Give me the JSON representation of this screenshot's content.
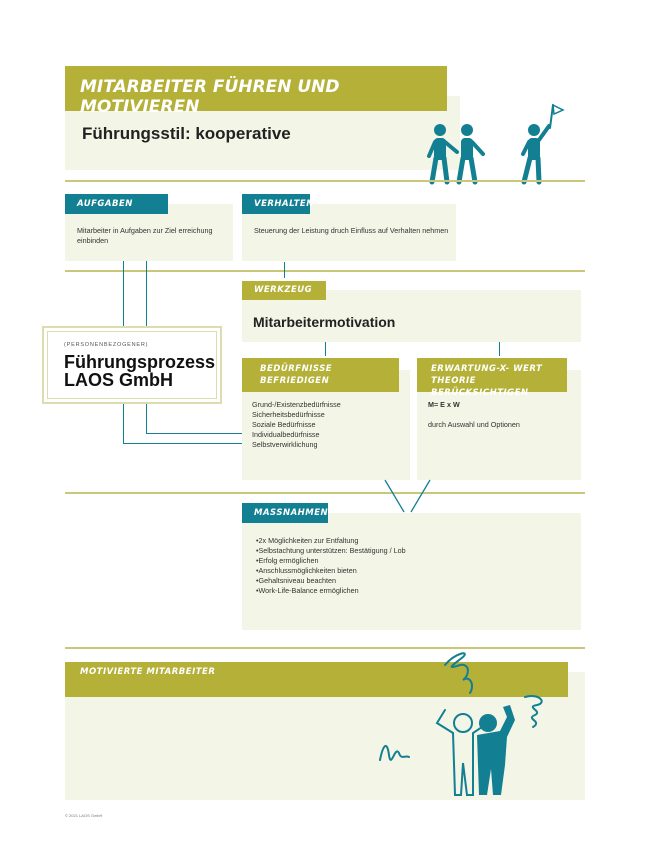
{
  "header": {
    "title": "Mitarbeiter führen und motivieren",
    "subtitle": "Führungsstil: kooperative"
  },
  "aufgaben": {
    "label": "Aufgaben",
    "text": "Mitarbeiter in Aufgaben zur Ziel erreichung einbinden"
  },
  "verhalten": {
    "label": "Verhalten",
    "text": "Steuerung der Leistung druch Einfluss auf Verhalten nehmen"
  },
  "werkzeug": {
    "label": "Werkzeug",
    "text": "Mitarbeitermotivation"
  },
  "prozess": {
    "small": "(personenbezogener)",
    "title_line1": "Führungsprozess",
    "title_line2": "LAOS GmbH"
  },
  "beduerfnisse": {
    "label_line1": "Bedürfnisse",
    "label_line2": "befriedigen",
    "items": [
      "Grund-/Existenzbedürfnisse",
      "Sicherheitsbedürfnisse",
      "Soziale Bedürfnisse",
      "Individualbedürfnisse",
      "Selbstverwirklichung"
    ]
  },
  "erwartung": {
    "label_line1": "Erwartung-x- Wert",
    "label_line2": "Theorie berücksichtigen",
    "formula": "M= E x W",
    "text": "durch Auswahl und Optionen"
  },
  "massnahmen": {
    "label": "Maßnahmen",
    "items": [
      "•2x Möglichkeiten zur Entfaltung",
      "•Selbstachtung unterstützen: Bestätigung / Lob",
      "•Erfolg ermöglichen",
      "•Anschlussmöglichkeiten bieten",
      "•Gehaltsniveau beachten",
      "•Work-Life-Balance ermöglichen"
    ]
  },
  "ergebnis": {
    "label": "Motivierte Mitarbeiter"
  },
  "footer": {
    "copyright": "© 2021 LAOS GmbH"
  },
  "colors": {
    "teal": "#137f93",
    "olive": "#b4b038",
    "panel": "#f3f5e6"
  }
}
